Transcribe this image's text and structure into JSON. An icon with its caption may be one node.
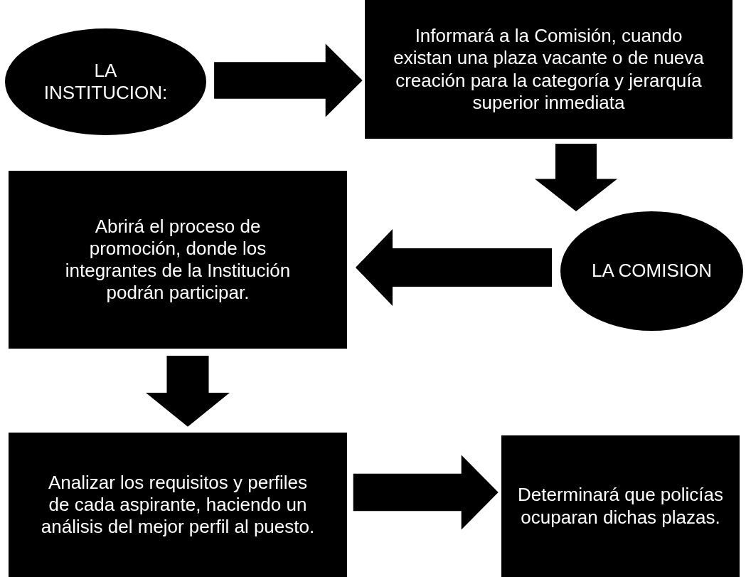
{
  "diagram": {
    "nodes": [
      {
        "text": [
          "LA INSTITUCION:"
        ]
      },
      {
        "text": [
          "Informará a la Comisión, cuando existan una plaza vacante o de nueva creación para la categoría y jerarquía superior inmediata"
        ]
      },
      {
        "text": [
          "LA COMISION"
        ]
      },
      {
        "text": [
          "Abrirá el proceso de promoción, donde los integrantes de la Institución podrán participar."
        ]
      },
      {
        "text": [
          "Analizar los requisitos y perfiles de cada aspirante, haciendo un análisis del mejor perfil al puesto."
        ]
      },
      {
        "text": [
          "Determinará que policías ocuparan dichas plazas."
        ]
      }
    ],
    "edges": [
      {
        "from": 0,
        "to": 1,
        "arrow": "to"
      },
      {
        "from": 1,
        "to": 2,
        "arrow": "to"
      },
      {
        "from": 2,
        "to": 3,
        "arrow": "to"
      },
      {
        "from": 3,
        "to": 4,
        "arrow": "to"
      },
      {
        "from": 4,
        "to": 5,
        "arrow": "to"
      }
    ]
  }
}
